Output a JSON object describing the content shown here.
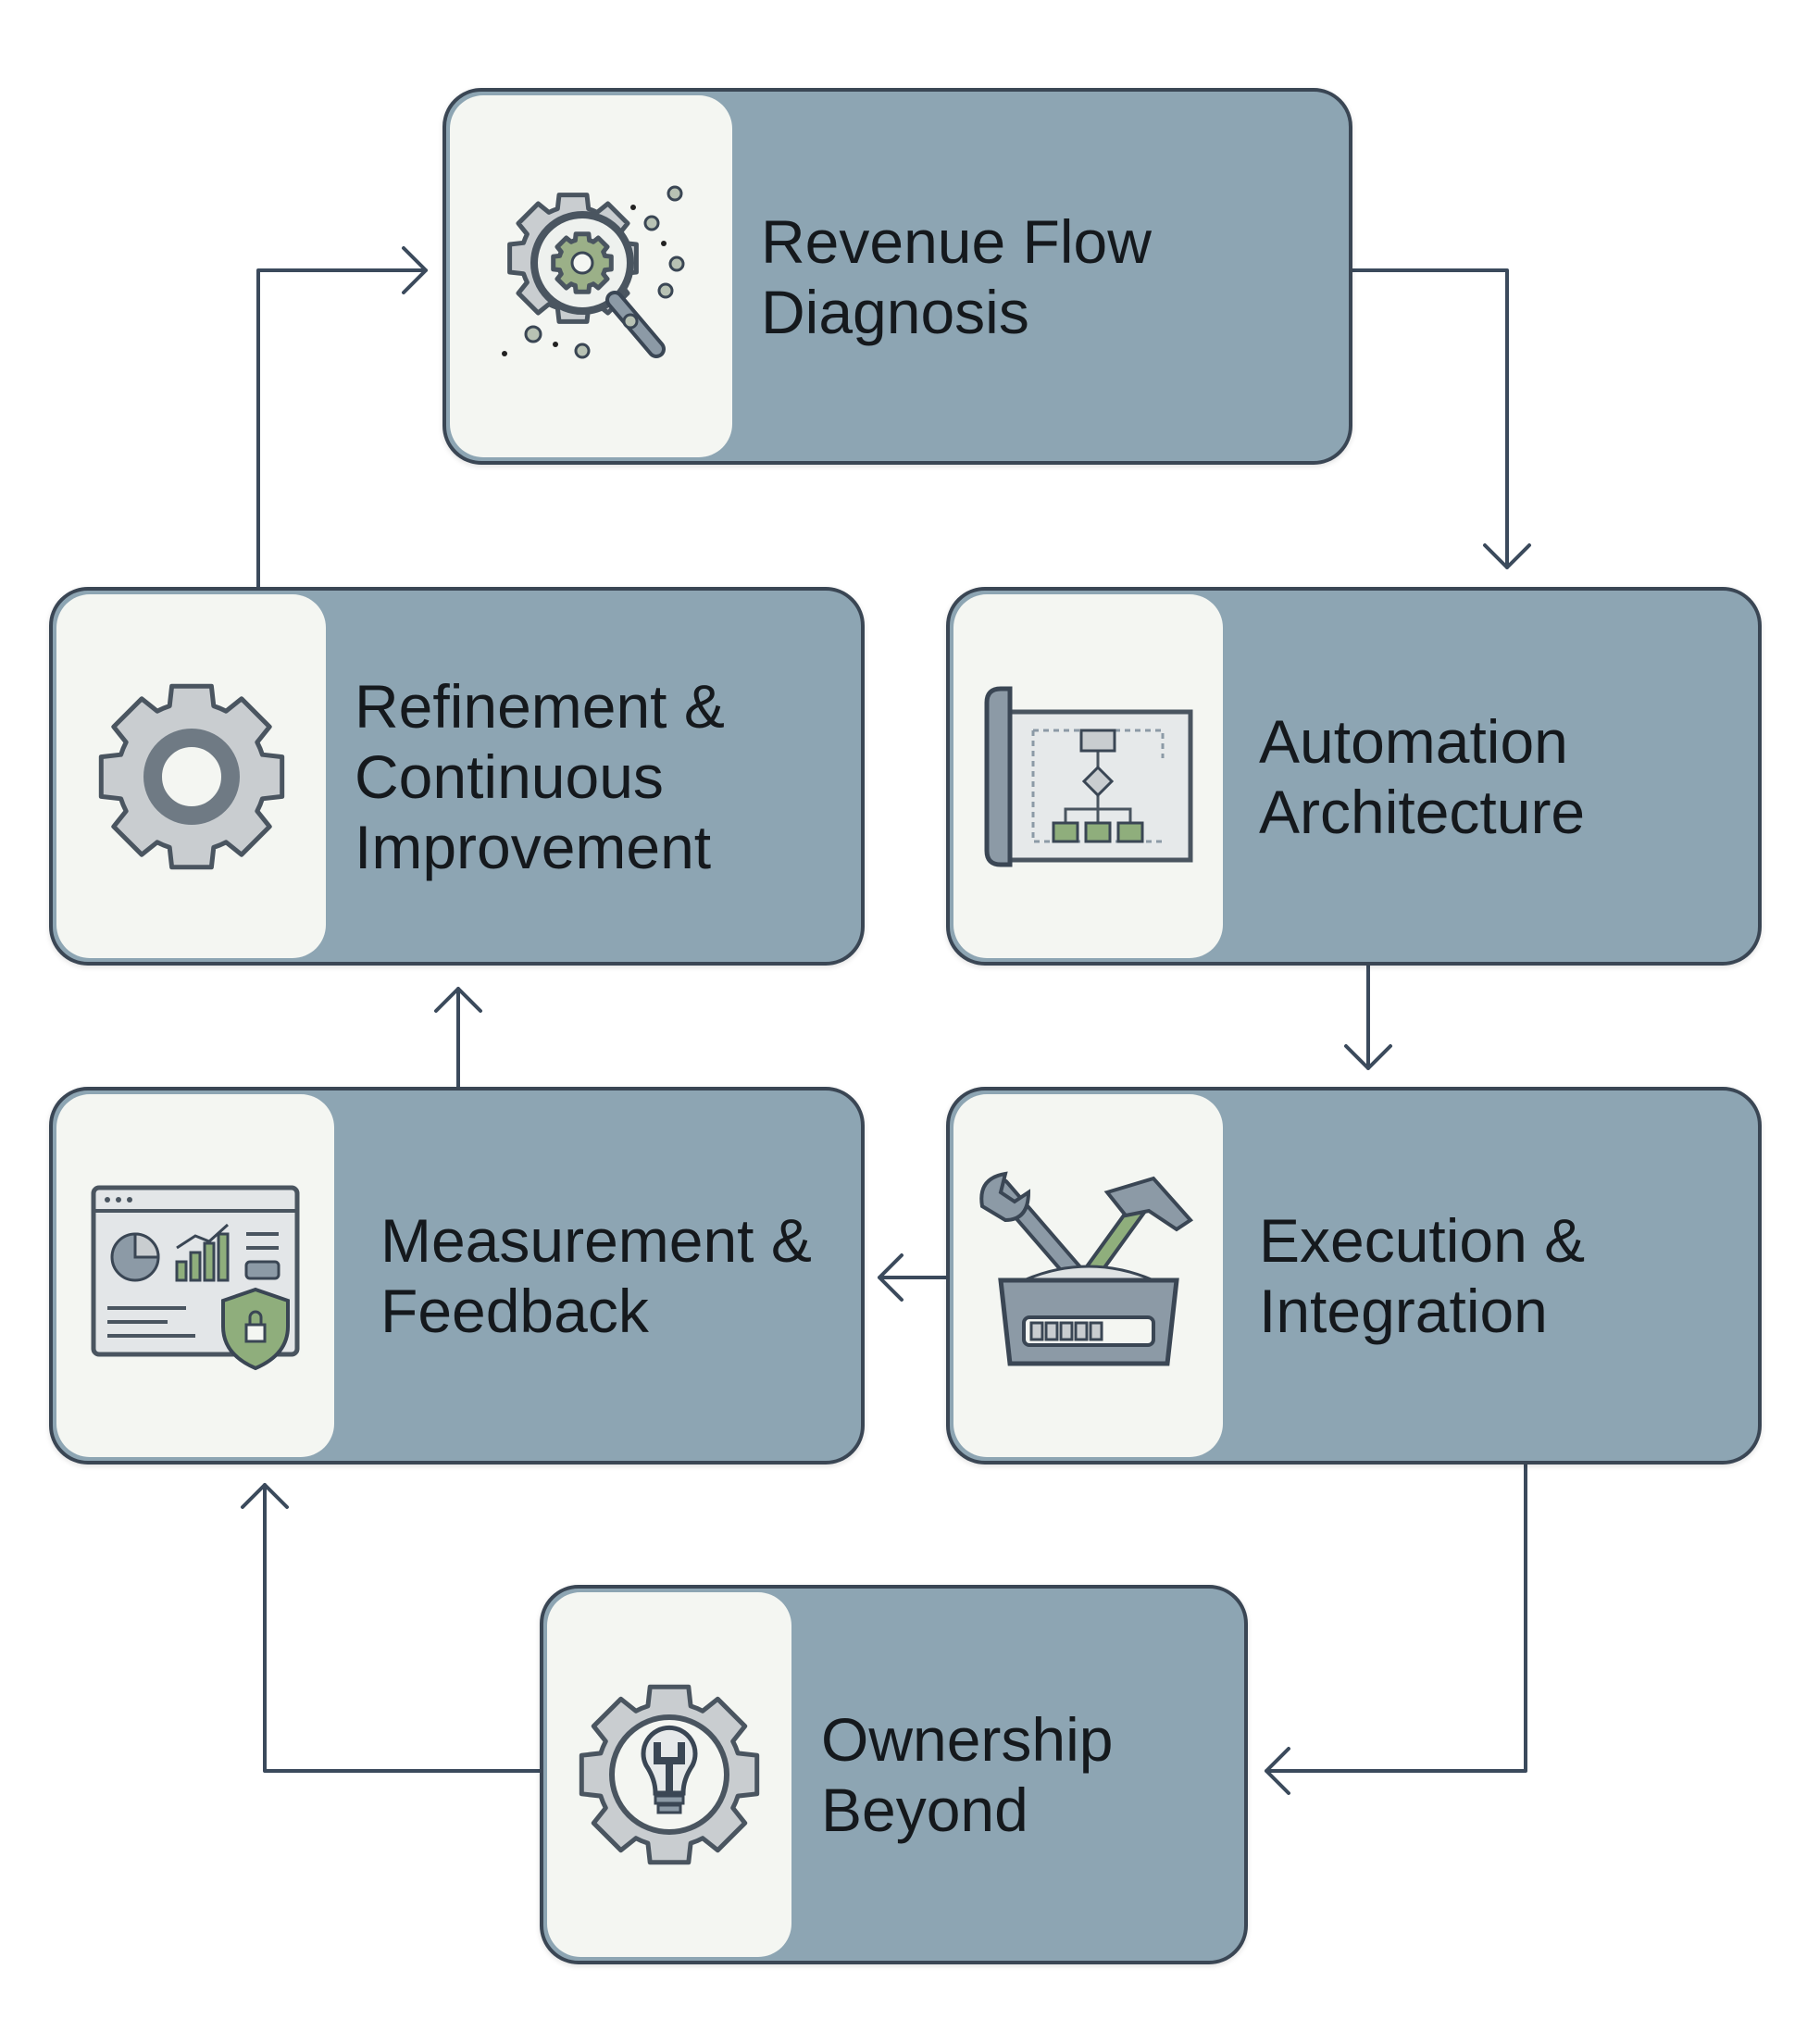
{
  "steps": [
    {
      "id": "revenue-flow-diagnosis",
      "lines": [
        "Revenue Flow",
        "Diagnosis"
      ],
      "icon": "magnifier-gear-icon"
    },
    {
      "id": "automation-architecture",
      "lines": [
        "Automation",
        "Architecture"
      ],
      "icon": "blueprint-flowchart-icon"
    },
    {
      "id": "execution-integration",
      "lines": [
        "Execution &",
        "Integration"
      ],
      "icon": "toolbox-icon"
    },
    {
      "id": "ownership-beyond",
      "lines": [
        "Ownership",
        "Beyond"
      ],
      "icon": "gear-wrench-bulb-icon"
    },
    {
      "id": "measurement-feedback",
      "lines": [
        "Measurement &",
        "Feedback"
      ],
      "icon": "dashboard-shield-icon"
    },
    {
      "id": "refinement-continuous-improvement",
      "lines": [
        "Refinement &",
        "Continuous",
        "Improvement"
      ],
      "icon": "gear-icon"
    }
  ],
  "colors": {
    "box": "#8da5b3",
    "border": "#3a4654",
    "panel": "#f4f6f2",
    "accent": "#8fae7c",
    "icon": "#c9cdd0"
  }
}
